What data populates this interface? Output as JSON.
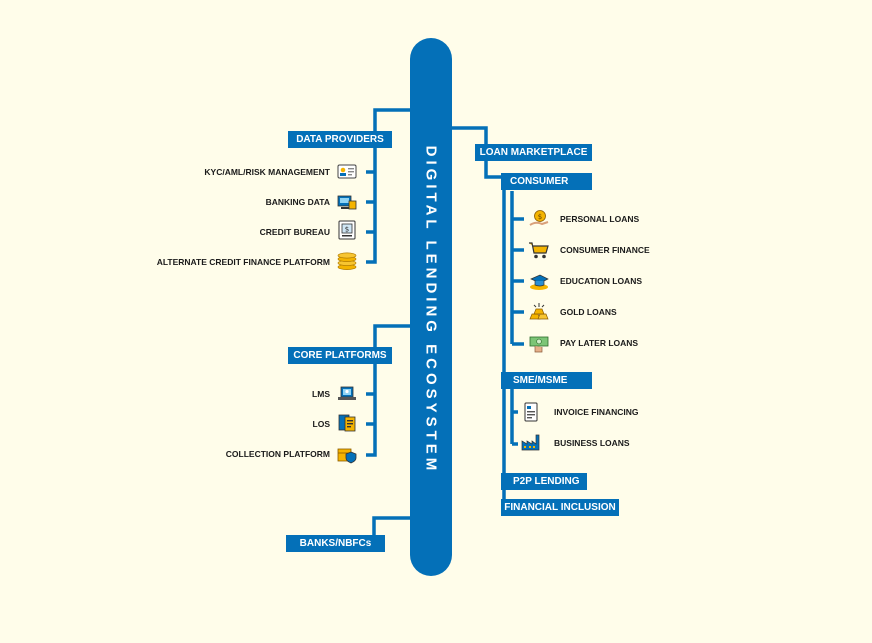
{
  "title": "DIGITAL LENDING ECOSYSTEM",
  "colors": {
    "primary": "#0470b8",
    "background": "#fffdea",
    "accent": "#f4b400"
  },
  "left": {
    "data_providers": {
      "label": "DATA PROVIDERS",
      "items": [
        {
          "label": "KYC/AML/RISK MANAGEMENT",
          "icon": "id-card-icon"
        },
        {
          "label": "BANKING DATA",
          "icon": "bank-data-icon"
        },
        {
          "label": "CREDIT BUREAU",
          "icon": "credit-bureau-icon"
        },
        {
          "label": "ALTERNATE CREDIT FINANCE PLATFORM",
          "icon": "coins-icon"
        }
      ]
    },
    "core_platforms": {
      "label": "CORE PLATFORMS",
      "items": [
        {
          "label": "LMS",
          "icon": "laptop-icon"
        },
        {
          "label": "LOS",
          "icon": "documents-icon"
        },
        {
          "label": "COLLECTION PLATFORM",
          "icon": "box-shield-icon"
        }
      ]
    },
    "banks": {
      "label": "BANKS/NBFCs"
    }
  },
  "right": {
    "loan_marketplace": {
      "label": "LOAN MARKETPLACE"
    },
    "consumer": {
      "label": "CONSUMER",
      "items": [
        {
          "label": "PERSONAL LOANS",
          "icon": "money-hand-icon"
        },
        {
          "label": "CONSUMER FINANCE",
          "icon": "cart-icon"
        },
        {
          "label": "EDUCATION LOANS",
          "icon": "graduation-icon"
        },
        {
          "label": "GOLD LOANS",
          "icon": "gold-bars-icon"
        },
        {
          "label": "PAY LATER LOANS",
          "icon": "cash-hand-icon"
        }
      ]
    },
    "sme": {
      "label": "SME/MSME",
      "items": [
        {
          "label": "INVOICE FINANCING",
          "icon": "invoice-icon"
        },
        {
          "label": "BUSINESS LOANS",
          "icon": "factory-icon"
        }
      ]
    },
    "p2p": {
      "label": "P2P LENDING"
    },
    "financial_inclusion": {
      "label": "FINANCIAL INCLUSION"
    }
  }
}
